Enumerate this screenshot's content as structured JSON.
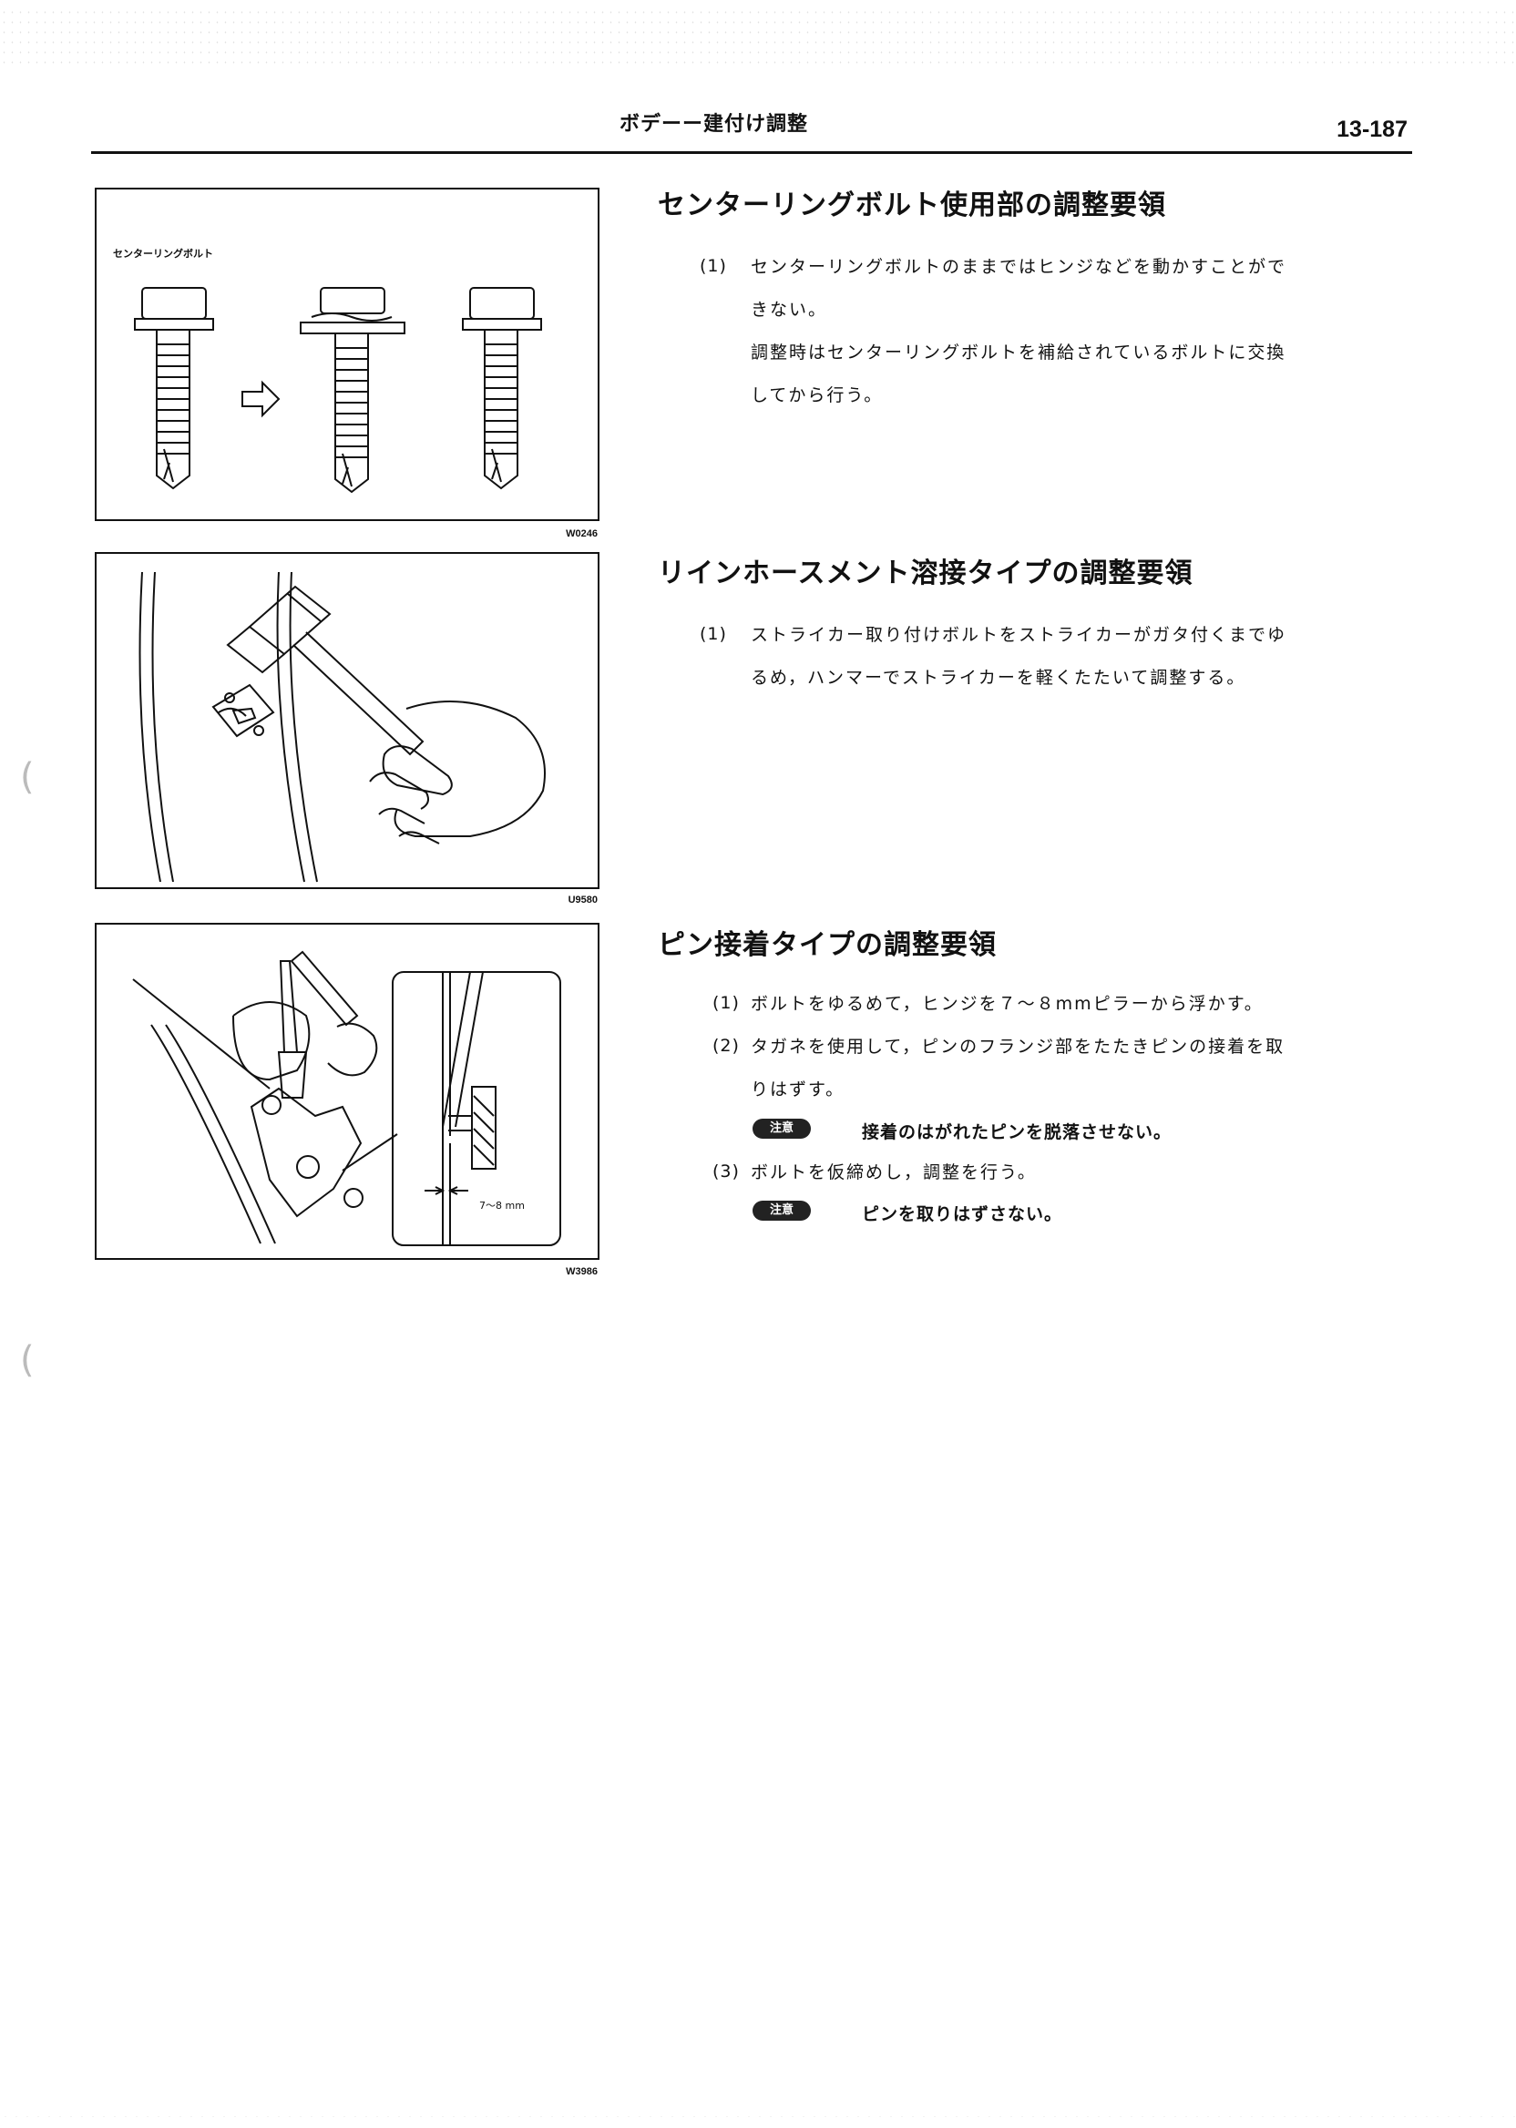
{
  "header": {
    "title": "ボデーー建付け調整",
    "page_number": "13-187"
  },
  "figures": [
    {
      "code": "W0246",
      "label": "センターリングボルト"
    },
    {
      "code": "U9580"
    },
    {
      "code": "W3986",
      "dimension": "7～8 mm"
    }
  ],
  "sections": [
    {
      "title": "センターリングボルト使用部の調整要領",
      "items": [
        {
          "number": "(1)",
          "lines": [
            "センターリングボルトのままではヒンジなどを動かすことがで",
            "きない。",
            "調整時はセンターリングボルトを補給されているボルトに交換",
            "してから行う。"
          ]
        }
      ]
    },
    {
      "title": "リインホースメント溶接タイプの調整要領",
      "items": [
        {
          "number": "(1)",
          "lines": [
            "ストライカー取り付けボルトをストライカーがガタ付くまでゆ",
            "るめ，ハンマーでストライカーを軽くたたいて調整する。"
          ]
        }
      ]
    },
    {
      "title": "ピン接着タイプの調整要領",
      "items": [
        {
          "number": "(1)",
          "lines": [
            "ボルトをゆるめて，ヒンジを７～８mmピラーから浮かす。"
          ]
        },
        {
          "number": "(2)",
          "lines": [
            "タガネを使用して，ピンのフランジ部をたたきピンの接着を取",
            "りはずす。"
          ],
          "note": {
            "badge": "注意",
            "text": "接着のはがれたピンを脱落させない。"
          }
        },
        {
          "number": "(3)",
          "lines": [
            "ボルトを仮締めし，調整を行う。"
          ],
          "note": {
            "badge": "注意",
            "text": "ピンを取りはずさない。"
          }
        }
      ]
    }
  ]
}
